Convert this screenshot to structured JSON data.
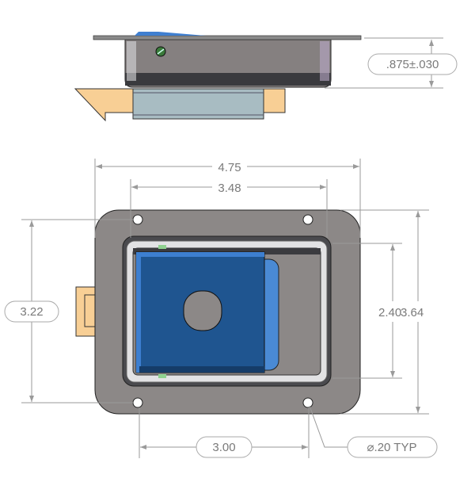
{
  "dimensions": {
    "depth": ".875±.030",
    "overall_width": "4.75",
    "cutout_width": "3.48",
    "hole_spacing_vertical": "3.22",
    "cutout_height": "2.40",
    "overall_height": "3.64",
    "hole_spacing_horizontal": "3.00",
    "hole_diameter": "⌀.20 TYP"
  },
  "colors": {
    "body": "#8c8887",
    "handle": "#1f5590",
    "handle_light": "#4a8ad4",
    "latch": "#f8cf95",
    "bolt": "#a8bcc2"
  }
}
